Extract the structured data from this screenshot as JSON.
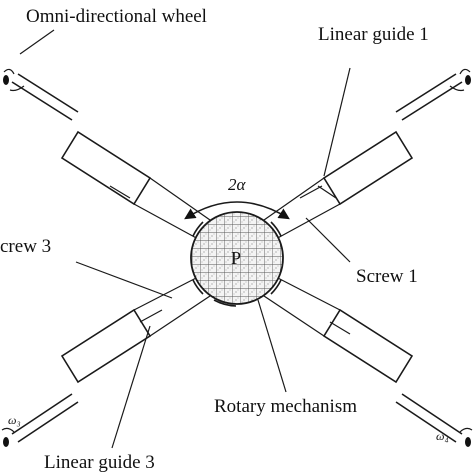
{
  "labels": {
    "omni_wheel": "Omni-directional wheel",
    "linear_guide_1": "Linear guide 1",
    "linear_guide_3": "Linear guide 3",
    "screw_1": "Screw 1",
    "screw_3": "crew 3",
    "rotary_mechanism": "Rotary mechanism",
    "angle": "2α",
    "center": "P",
    "omega_3": "ω₃",
    "omega_4": "ω₄"
  }
}
